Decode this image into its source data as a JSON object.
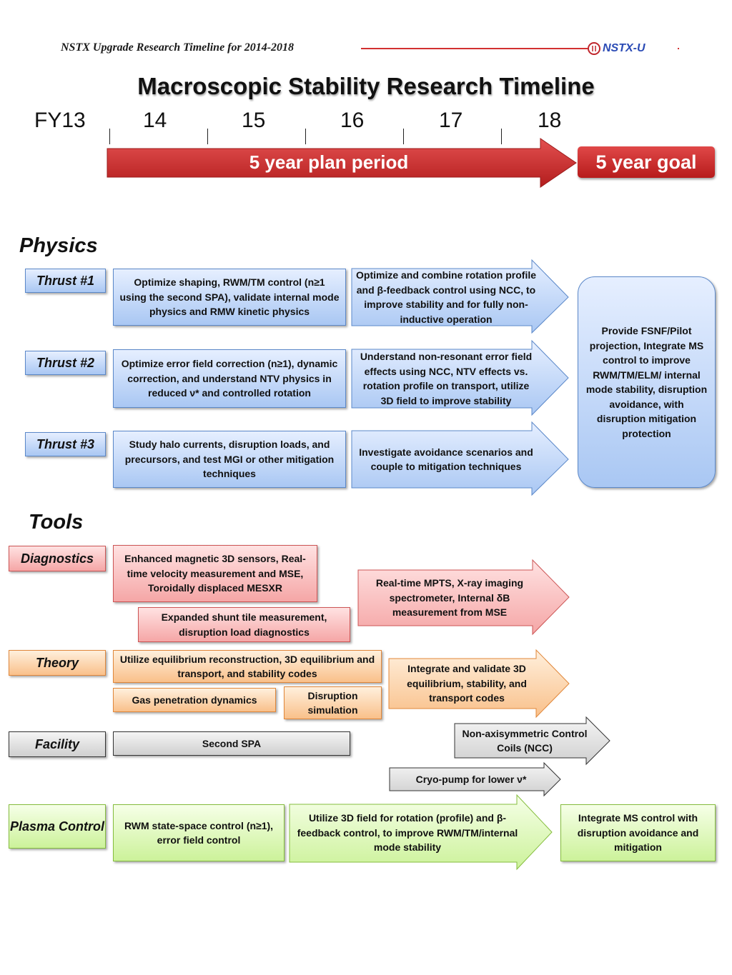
{
  "header": {
    "subtitle": "NSTX Upgrade Research Timeline for 2014-2018",
    "logo_text": "NSTX-U"
  },
  "title": "Macroscopic Stability Research Timeline",
  "timeline": {
    "years": [
      "FY13",
      "14",
      "15",
      "16",
      "17",
      "18"
    ],
    "plan_label": "5 year plan period",
    "goal_label": "5 year goal"
  },
  "physics": {
    "heading": "Physics",
    "thrusts": [
      {
        "label": "Thrust #1",
        "box": "Optimize shaping, RWM/TM control (n≥1 using the second SPA), validate internal mode physics and RMW kinetic physics",
        "arrow": "Optimize and combine rotation profile and β-feedback control using NCC, to improve stability and for fully non-inductive operation"
      },
      {
        "label": "Thrust #2",
        "box": "Optimize error field correction (n≥1), dynamic correction, and understand NTV physics in reduced ν* and controlled rotation",
        "arrow": "Understand non-resonant error field effects using NCC, NTV effects vs. rotation profile on transport, utilize 3D field to improve stability"
      },
      {
        "label": "Thrust #3",
        "box": "Study halo currents, disruption loads, and precursors, and test MGI or other mitigation techniques",
        "arrow": "Investigate avoidance scenarios and couple to mitigation techniques"
      }
    ],
    "goal": "Provide FSNF/Pilot projection, Integrate MS control to improve RWM/TM/ELM/ internal mode stability, disruption avoidance, with disruption mitigation protection"
  },
  "tools": {
    "heading": "Tools",
    "diagnostics": {
      "label": "Diagnostics",
      "box1": "Enhanced magnetic 3D sensors, Real-time velocity measurement and MSE, Toroidally displaced MESXR",
      "box2": "Expanded shunt tile measurement, disruption load diagnostics",
      "arrow": "Real-time MPTS, X-ray imaging spectrometer, Internal δB measurement from MSE"
    },
    "theory": {
      "label": "Theory",
      "box1": "Utilize equilibrium reconstruction, 3D equilibrium and transport, and stability codes",
      "box2": "Gas penetration dynamics",
      "box3": "Disruption simulation",
      "arrow": "Integrate and validate 3D equilibrium, stability, and transport codes"
    },
    "facility": {
      "label": "Facility",
      "box1": "Second SPA",
      "arrow1": "Non-axisymmetric Control Coils (NCC)",
      "arrow2": "Cryo-pump for lower ν*"
    },
    "plasma_control": {
      "label": "Plasma Control",
      "box1": "RWM state-space control (n≥1), error field control",
      "arrow": "Utilize 3D field for rotation (profile) and β-feedback control, to improve RWM/TM/internal mode stability",
      "box2": "Integrate MS control with disruption avoidance and mitigation"
    }
  },
  "colors": {
    "timeline_red": "#c62828",
    "physics_blue": "#a9c7f3",
    "diagnostics_red": "#f5a6a6",
    "theory_orange": "#f9c08a",
    "facility_gray": "#cfcfcf",
    "control_green": "#ccf29a"
  }
}
